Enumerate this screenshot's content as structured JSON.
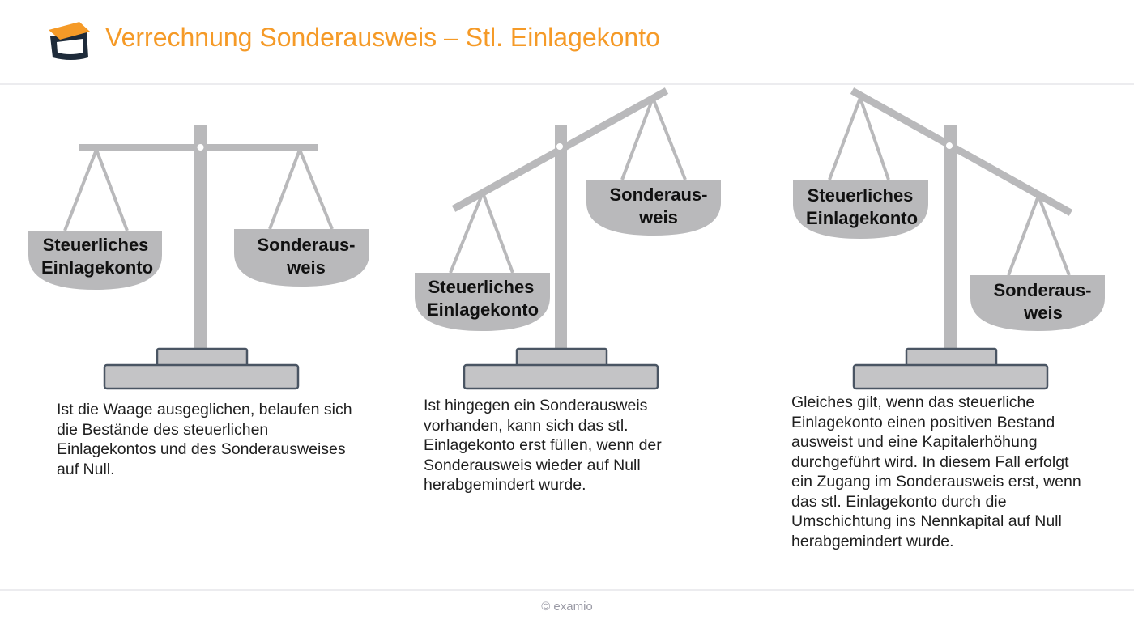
{
  "header": {
    "title": "Verrechnung Sonderausweis – Stl. Einlagekonto"
  },
  "colors": {
    "accent": "#f59a27",
    "scale_gray": "#b9b9bb",
    "base_fill": "#c4c4c6",
    "base_stroke": "#4a5563",
    "logo_dark": "#1e2b3a"
  },
  "scales": [
    {
      "state": "balanced",
      "left_pan": {
        "line1": "Steuerliches",
        "line2": "Einlagekonto"
      },
      "right_pan": {
        "line1": "Sonderaus-",
        "line2": "weis"
      },
      "description": "Ist die Waage ausgeglichen, belaufen sich die Bestände des steuerlichen Einlagekontos und des Sonderausweises auf Null."
    },
    {
      "state": "left-down",
      "left_pan": {
        "line1": "Steuerliches",
        "line2": "Einlagekonto"
      },
      "right_pan": {
        "line1": "Sonderaus-",
        "line2": "weis"
      },
      "description": "Ist hingegen ein Sonderausweis vorhanden, kann sich das stl. Einlagekonto erst füllen, wenn der Sonderausweis wieder auf Null herabgemindert wurde."
    },
    {
      "state": "right-down",
      "left_pan": {
        "line1": "Steuerliches",
        "line2": "Einlagekonto"
      },
      "right_pan": {
        "line1": "Sonderaus-",
        "line2": "weis"
      },
      "description": "Gleiches gilt, wenn das steuerliche Einlagekonto einen positiven Bestand ausweist und eine Kapitalerhöhung durchgeführt wird. In diesem Fall erfolgt ein Zugang im Sonderausweis erst, wenn das stl. Einlagekonto durch die Umschichtung ins Nennkapital auf Null herabgemindert wurde."
    }
  ],
  "footer": {
    "copyright": "© examio"
  }
}
